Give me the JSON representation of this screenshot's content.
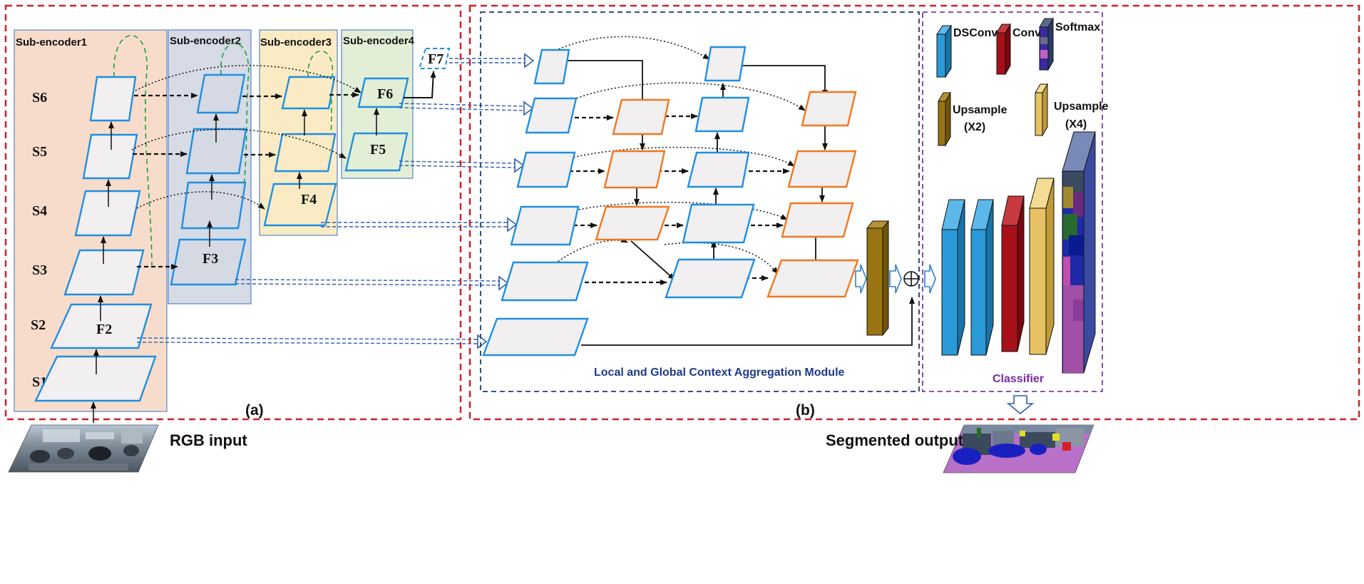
{
  "panel_a": {
    "sub_encoders": [
      "Sub-encoder1",
      "Sub-encoder2",
      "Sub-encoder3",
      "Sub-encoder4"
    ],
    "stages": [
      "S6",
      "S5",
      "S4",
      "S3",
      "S2",
      "S1"
    ],
    "features": [
      "F2",
      "F3",
      "F4",
      "F5",
      "F6",
      "F7"
    ],
    "label": "(a)"
  },
  "panel_b": {
    "module_label": "Local and Global Context Aggregation Module",
    "classifier_label": "Classifier",
    "label": "(b)",
    "merge_symbol": "⊕"
  },
  "legend": {
    "dsconv": "DSConv",
    "conv": "Conv",
    "softmax": "Softmax",
    "upsample2_line1": "Upsample",
    "upsample2_line2": "(X2)",
    "upsample4_line1": "Upsample",
    "upsample4_line2": "(X4)"
  },
  "io": {
    "input": "RGB input",
    "output": "Segmented output"
  },
  "colors": {
    "frame_red": "#d0202a",
    "frame_navy": "#1f3a70",
    "frame_purple": "#7a3aa8",
    "blue_edge": "#1f8fe0",
    "orange_edge": "#f07820",
    "node_fill": "#f1eff0",
    "enc1_bg": "#f8dccb",
    "enc2_bg": "#d6dbe6",
    "enc3_bg": "#fbebc4",
    "enc4_bg": "#e2efd6",
    "dsconv": "#2a9ad8",
    "conv": "#a8101a",
    "upsample2": "#9a7412",
    "upsample4": "#e6c262"
  }
}
